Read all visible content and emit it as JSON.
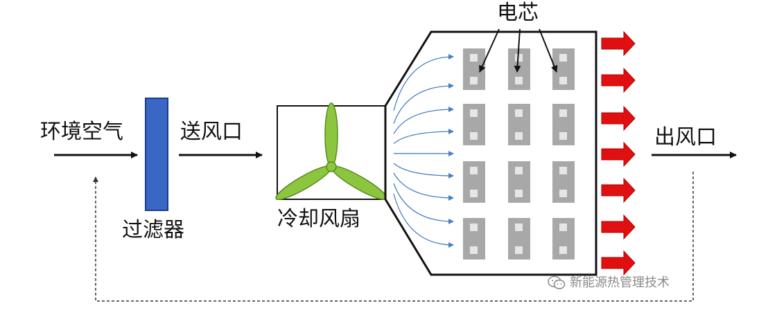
{
  "labels": {
    "ambient_air": "环境空气",
    "supply_vent": "送风口",
    "filter": "过滤器",
    "cooling_fan": "冷却风扇",
    "cells": "电芯",
    "outlet": "出风口"
  },
  "watermark": {
    "text": "新能源热管理技术",
    "icon": "wechat-icon"
  },
  "grid": {
    "rows": 4,
    "cols": 3
  },
  "colors": {
    "filter_fill": "#3a66c4",
    "fan_blade": "#8cc63f",
    "cell_fill": "#a8a8a8",
    "cell_terminal": "#e6e6e6",
    "airflow_line": "#4a7ec2",
    "outlet_arrow": "#e01010",
    "return_path": "#333333"
  }
}
